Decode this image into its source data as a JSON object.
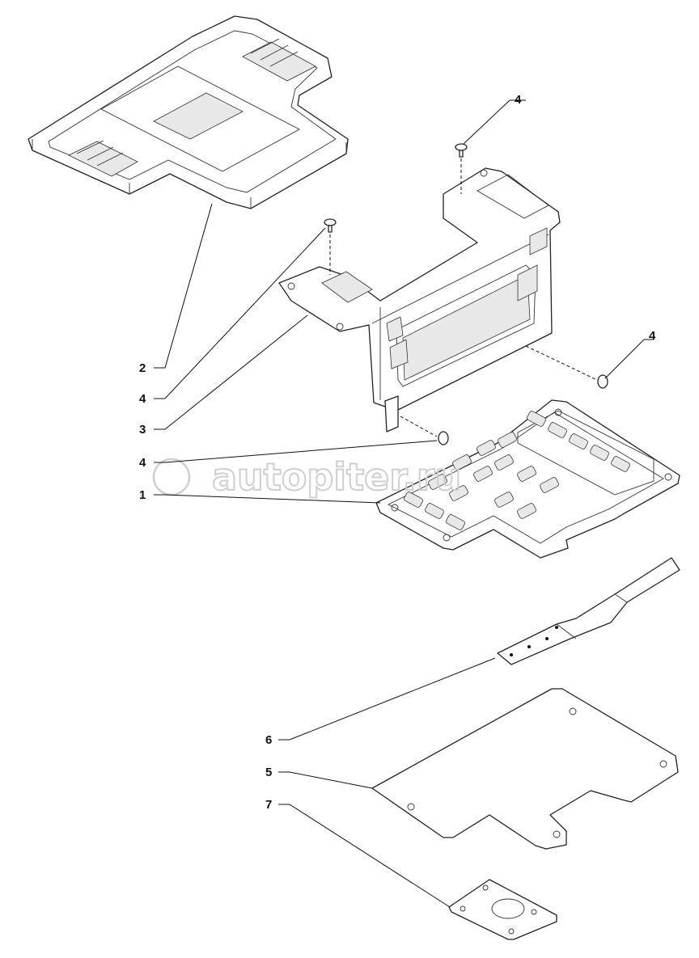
{
  "diagram": {
    "callouts": [
      {
        "id": "c2",
        "label": "2"
      },
      {
        "id": "c4a",
        "label": "4"
      },
      {
        "id": "c3",
        "label": "3"
      },
      {
        "id": "c4b",
        "label": "4"
      },
      {
        "id": "c1",
        "label": "1"
      },
      {
        "id": "c4c",
        "label": "4"
      },
      {
        "id": "c4d",
        "label": "4"
      },
      {
        "id": "c6",
        "label": "6"
      },
      {
        "id": "c5",
        "label": "5"
      },
      {
        "id": "c7",
        "label": "7"
      }
    ],
    "watermark": "autopiter.ru",
    "line_color": "#222222",
    "watermark_color": "#cfcfcf"
  }
}
